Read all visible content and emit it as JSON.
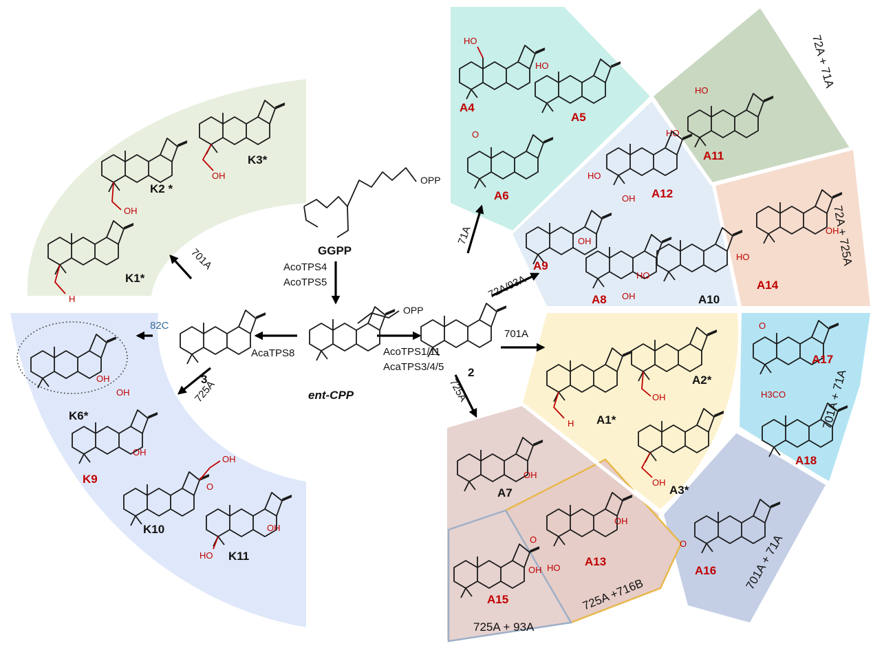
{
  "precursors": {
    "ggpp": "GGPP",
    "opp_ggpp": "OPP",
    "ent_cpp": "ent-CPP",
    "opp_cpp": "OPP",
    "cmpd2": "2",
    "cmpd3": "3"
  },
  "enzymes": {
    "tps45_a": "AcoTPS4",
    "tps45_b": "AcoTPS5",
    "tps8": "AcaTPS8",
    "tps1_a": "AcoTPS1/11",
    "tps1_b": "AcaTPS3/4/5",
    "e701_left": "701A",
    "e82c": "82C",
    "e725_left": "725A",
    "e71": "71A",
    "e72_93": "72A/93A",
    "e701_right": "701A",
    "e725_right": "725A"
  },
  "combos": {
    "c72_71": "72A + 71A",
    "c72_725": "72A + 725A",
    "c701_71_top": "701A + 71A",
    "c701_71_bot": "701A + 71A",
    "c725_716": "725A +716B",
    "c725_93": "725A + 93A"
  },
  "compounds": {
    "K1": "K1*",
    "K2": "K2 *",
    "K3": "K3*",
    "K6": "K6*",
    "K9": "K9",
    "K10": "K10",
    "K11": "K11",
    "A1": "A1*",
    "A2": "A2*",
    "A3": "A3*",
    "A4": "A4",
    "A5": "A5",
    "A6": "A6",
    "A7": "A7",
    "A8": "A8",
    "A9": "A9",
    "A10": "A10",
    "A11": "A11",
    "A12": "A12",
    "A13": "A13",
    "A14": "A14",
    "A15": "A15",
    "A16": "A16",
    "A17": "A17",
    "A18": "A18"
  },
  "substituents": {
    "oh": "OH",
    "h": "H",
    "ho": "HO",
    "h3co": "H3CO",
    "o": "O"
  },
  "colors": {
    "green": "#e8efdf",
    "teal": "#c8efe9",
    "sage": "#c9d8c1",
    "lightblue": "#e2ecf7",
    "peach": "#f6dccd",
    "yellow": "#fdf2cf",
    "cyan": "#b4e4f3",
    "lavender": "#c4cfe6",
    "mauve": "#e6d2cf",
    "leftblue": "#dfe8fa",
    "gold": "#e8b84a",
    "greyblue": "#9fb0c8",
    "accent_red": "#c00000"
  }
}
